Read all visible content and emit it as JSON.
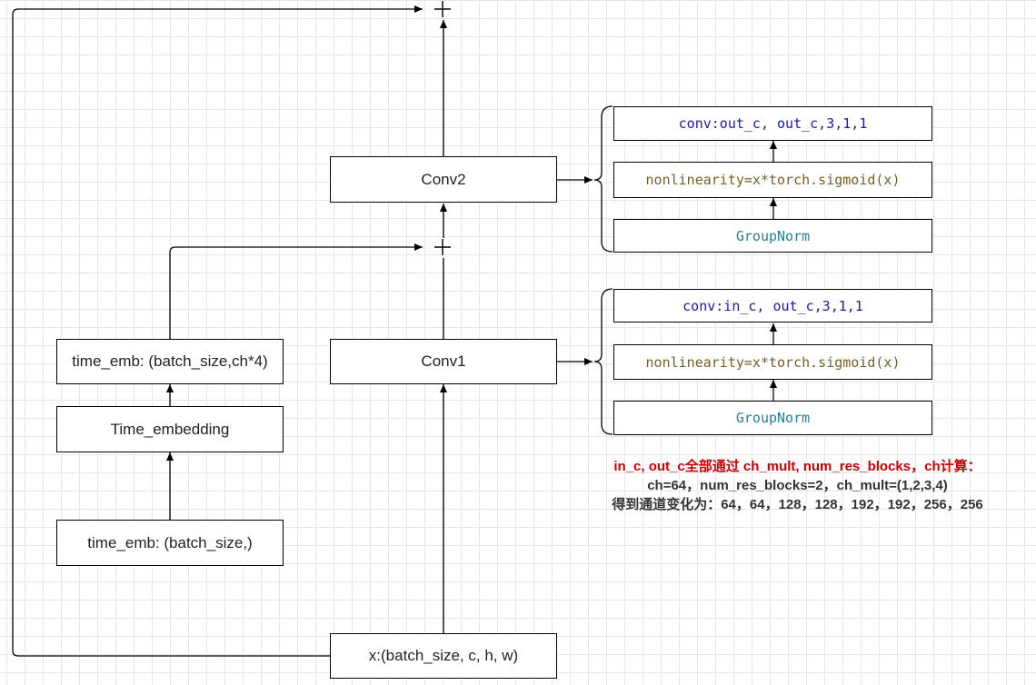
{
  "colors": {
    "code_keyword": "#1a1aa6",
    "code_function": "#795e26",
    "code_type": "#267f99",
    "note_title": "#cc0000",
    "note_body": "#333333"
  },
  "nodes": {
    "input_x": "x:(batch_size, c, h, w)",
    "conv1": "Conv1",
    "conv2": "Conv2",
    "time_emb_in": "time_emb: (batch_size,)",
    "time_embedding": "Time_embedding",
    "time_emb_out": "time_emb: (batch_size,ch*4)"
  },
  "conv2_detail": {
    "conv": "conv:out_c, out_c,3,1,1",
    "nonlinearity": "nonlinearity=x*torch.sigmoid(x)",
    "norm": "GroupNorm"
  },
  "conv1_detail": {
    "conv": "conv:in_c, out_c,3,1,1",
    "nonlinearity": "nonlinearity=x*torch.sigmoid(x)",
    "norm": "GroupNorm"
  },
  "note": {
    "title": "in_c, out_c全部通过 ch_mult, num_res_blocks，ch计算：",
    "params": "ch=64，num_res_blocks=2，ch_mult=(1,2,3,4)",
    "result": "得到通道变化为：64，64，128，128，192，192，256，256"
  }
}
